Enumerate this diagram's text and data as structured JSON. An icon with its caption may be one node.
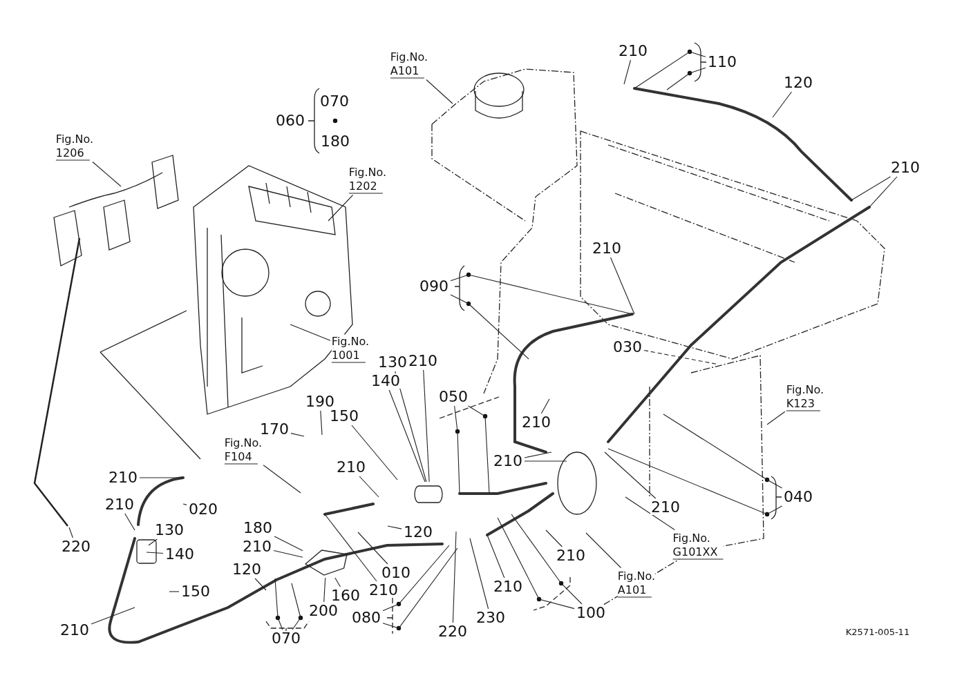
{
  "diagram": {
    "nodes": [
      {
        "text": [
          "Fig.No.",
          "A101"
        ]
      },
      {
        "text": [
          "210"
        ]
      },
      {
        "text": [
          "110"
        ]
      },
      {
        "text": [
          "120"
        ]
      },
      {
        "text": [
          "Fig.No.",
          "1206"
        ]
      },
      {
        "text": [
          "210"
        ]
      },
      {
        "text": [
          "Fig.No.",
          "1202"
        ]
      },
      {
        "text": [
          "210"
        ]
      },
      {
        "text": [
          "090"
        ]
      },
      {
        "text": [
          "Fig.No.",
          "1001"
        ]
      },
      {
        "text": [
          "030"
        ]
      },
      {
        "text": [
          "210"
        ]
      },
      {
        "text": [
          "130"
        ]
      },
      {
        "text": [
          "140"
        ]
      },
      {
        "text": [
          "Fig.No.",
          "K123"
        ]
      },
      {
        "text": [
          "050"
        ]
      },
      {
        "text": [
          "190"
        ]
      },
      {
        "text": [
          "210"
        ]
      },
      {
        "text": [
          "150"
        ]
      },
      {
        "text": [
          "170"
        ]
      },
      {
        "text": [
          "Fig.No.",
          "F104"
        ]
      },
      {
        "text": [
          "210"
        ]
      },
      {
        "text": [
          "210"
        ]
      },
      {
        "text": [
          "210"
        ]
      },
      {
        "text": [
          "040"
        ]
      },
      {
        "text": [
          "020"
        ]
      },
      {
        "text": [
          "210"
        ]
      },
      {
        "text": [
          "210"
        ]
      },
      {
        "text": [
          "130"
        ]
      },
      {
        "text": [
          "120"
        ]
      },
      {
        "text": [
          "180"
        ]
      },
      {
        "text": [
          "Fig.No.",
          "G101XX"
        ]
      },
      {
        "text": [
          "220"
        ]
      },
      {
        "text": [
          "210"
        ]
      },
      {
        "text": [
          "140"
        ]
      },
      {
        "text": [
          "210"
        ]
      },
      {
        "text": [
          "120"
        ]
      },
      {
        "text": [
          "010"
        ]
      },
      {
        "text": [
          "210"
        ]
      },
      {
        "text": [
          "Fig.No.",
          "A101"
        ]
      },
      {
        "text": [
          "210"
        ]
      },
      {
        "text": [
          "150"
        ]
      },
      {
        "text": [
          "160"
        ]
      },
      {
        "text": [
          "200"
        ]
      },
      {
        "text": [
          "100"
        ]
      },
      {
        "text": [
          "080"
        ]
      },
      {
        "text": [
          "230"
        ]
      },
      {
        "text": [
          "210"
        ]
      },
      {
        "text": [
          "220"
        ]
      },
      {
        "text": [
          "070"
        ]
      },
      {
        "text": [
          "060"
        ]
      },
      {
        "text": [
          "070"
        ]
      },
      {
        "text": [
          "180"
        ]
      },
      {
        "text": [],
        "shape": "cylinder"
      },
      {
        "text": [],
        "shape": "plate"
      }
    ],
    "edges": [
      {
        "from": 0,
        "to": null,
        "arrow": "none"
      },
      {
        "from": 1,
        "to": null,
        "arrow": "none"
      },
      {
        "from": 2,
        "to": null,
        "arrow": "none"
      },
      {
        "from": 2,
        "to": null,
        "arrow": "none"
      },
      {
        "from": 3,
        "to": null,
        "arrow": "none"
      },
      {
        "from": 4,
        "to": null,
        "arrow": "none"
      },
      {
        "from": 5,
        "to": null,
        "arrow": "none"
      },
      {
        "from": 5,
        "to": null,
        "arrow": "none"
      },
      {
        "from": 6,
        "to": null,
        "arrow": "none"
      },
      {
        "from": 7,
        "to": null,
        "arrow": "none"
      },
      {
        "from": 8,
        "to": null,
        "arrow": "none"
      },
      {
        "from": 8,
        "to": null,
        "arrow": "none"
      },
      {
        "from": 9,
        "to": null,
        "arrow": "none"
      },
      {
        "from": 10,
        "to": null,
        "arrow": "none",
        "style": "dashed"
      },
      {
        "from": 11,
        "to": 53,
        "arrow": "none"
      },
      {
        "from": 12,
        "to": 53,
        "arrow": "none"
      },
      {
        "from": 13,
        "to": 53,
        "arrow": "none"
      },
      {
        "from": 14,
        "to": null,
        "arrow": "none"
      },
      {
        "from": 15,
        "to": null,
        "arrow": "none"
      },
      {
        "from": 15,
        "to": null,
        "arrow": "none"
      },
      {
        "from": 16,
        "to": null,
        "arrow": "none"
      },
      {
        "from": 17,
        "to": null,
        "arrow": "none"
      },
      {
        "from": 18,
        "to": null,
        "arrow": "none"
      },
      {
        "from": 19,
        "to": null,
        "arrow": "none"
      },
      {
        "from": 20,
        "to": null,
        "arrow": "none"
      },
      {
        "from": 21,
        "to": null,
        "arrow": "none"
      },
      {
        "from": 21,
        "to": null,
        "arrow": "none"
      },
      {
        "from": 22,
        "to": null,
        "arrow": "none"
      },
      {
        "from": 23,
        "to": null,
        "arrow": "none"
      },
      {
        "from": 24,
        "to": null,
        "arrow": "none"
      },
      {
        "from": 24,
        "to": null,
        "arrow": "none"
      },
      {
        "from": 25,
        "to": null,
        "arrow": "none"
      },
      {
        "from": 26,
        "to": null,
        "arrow": "none"
      },
      {
        "from": 27,
        "to": null,
        "arrow": "none"
      },
      {
        "from": 28,
        "to": null,
        "arrow": "none"
      },
      {
        "from": 29,
        "to": null,
        "arrow": "none"
      },
      {
        "from": 30,
        "to": 54,
        "arrow": "none"
      },
      {
        "from": 31,
        "to": null,
        "arrow": "none"
      },
      {
        "from": 32,
        "to": null,
        "arrow": "none"
      },
      {
        "from": 33,
        "to": 54,
        "arrow": "none"
      },
      {
        "from": 34,
        "to": null,
        "arrow": "none"
      },
      {
        "from": 35,
        "to": null,
        "arrow": "none"
      },
      {
        "from": 36,
        "to": null,
        "arrow": "none"
      },
      {
        "from": 37,
        "to": null,
        "arrow": "none"
      },
      {
        "from": 38,
        "to": null,
        "arrow": "none"
      },
      {
        "from": 39,
        "to": null,
        "arrow": "none"
      },
      {
        "from": 40,
        "to": null,
        "arrow": "none"
      },
      {
        "from": 41,
        "to": null,
        "arrow": "none"
      },
      {
        "from": 42,
        "to": 54,
        "arrow": "none"
      },
      {
        "from": 43,
        "to": 54,
        "arrow": "none"
      },
      {
        "from": 44,
        "to": null,
        "arrow": "none"
      },
      {
        "from": 44,
        "to": null,
        "arrow": "none"
      },
      {
        "from": 45,
        "to": null,
        "arrow": "none"
      },
      {
        "from": 45,
        "to": null,
        "arrow": "none"
      },
      {
        "from": 46,
        "to": null,
        "arrow": "none"
      },
      {
        "from": 47,
        "to": null,
        "arrow": "none"
      },
      {
        "from": 48,
        "to": null,
        "arrow": "none"
      },
      {
        "from": 49,
        "to": null,
        "arrow": "none"
      },
      {
        "from": 49,
        "to": null,
        "arrow": "none"
      }
    ],
    "labels": [
      "K2571-005-11"
    ]
  }
}
